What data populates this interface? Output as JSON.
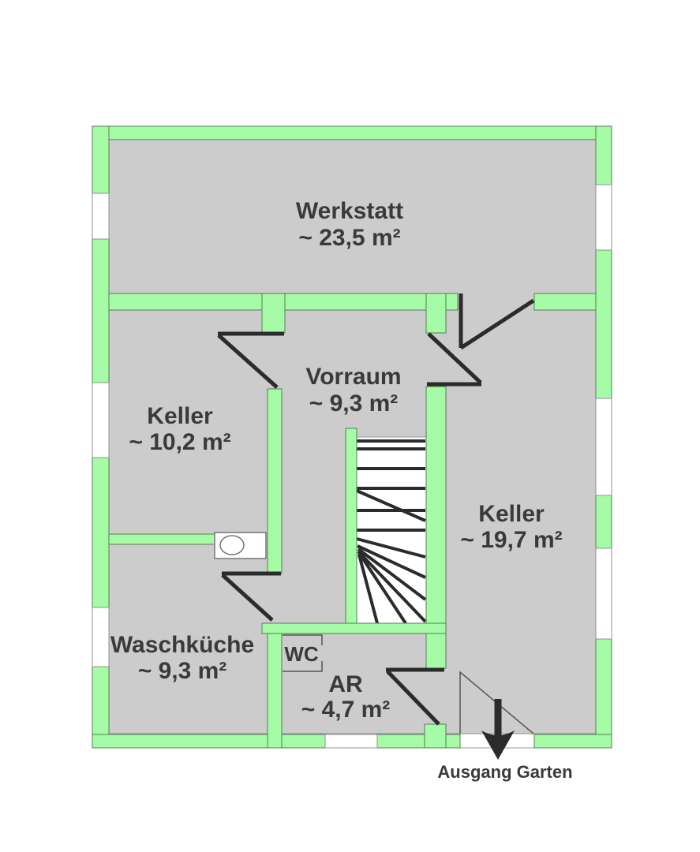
{
  "floorplan": {
    "rooms": [
      {
        "name": "Werkstatt",
        "area": "~ 23,5 m²"
      },
      {
        "name": "Keller",
        "area": "~ 10,2 m²"
      },
      {
        "name": "Vorraum",
        "area": "~ 9,3 m²"
      },
      {
        "name": "Keller",
        "area": "~ 19,7 m²"
      },
      {
        "name": "Waschküche",
        "area": "~ 9,3 m²"
      },
      {
        "name": "WC",
        "area": ""
      },
      {
        "name": "AR",
        "area": "~ 4,7 m²"
      }
    ],
    "exit": {
      "label": "Ausgang Garten"
    },
    "colors": {
      "wall": "#a6fba6",
      "wall-outline": "#567d56",
      "floor": "#cccccc",
      "floor-outline": "#909090",
      "fixture-outline": "#777777",
      "ink": "#2b2b2b",
      "thin": "#555555",
      "text": "#3a3a3a"
    }
  }
}
